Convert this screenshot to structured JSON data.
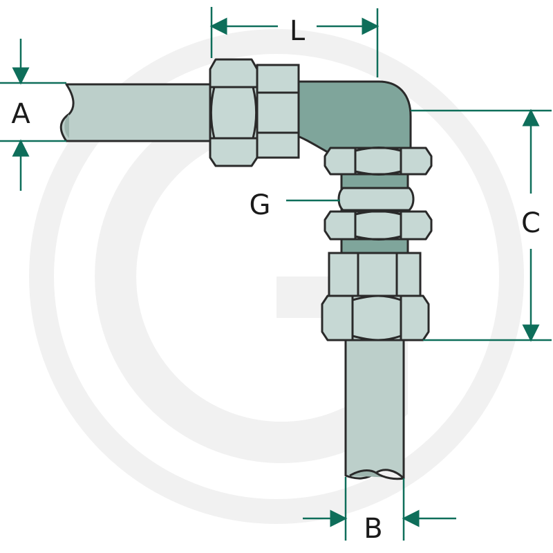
{
  "labels": {
    "L": "L",
    "A": "A",
    "C": "C",
    "G": "G",
    "B": "B"
  },
  "colors": {
    "outline": "#2a2a2a",
    "dimension": "#0e6e5a",
    "nut_fill": "#c6d8d4",
    "pipe_fill": "#bccfca",
    "elbow_fill": "#7fa59b",
    "watermark": "#f1f1f1"
  },
  "watermark_icon": "g-logo-watermark"
}
